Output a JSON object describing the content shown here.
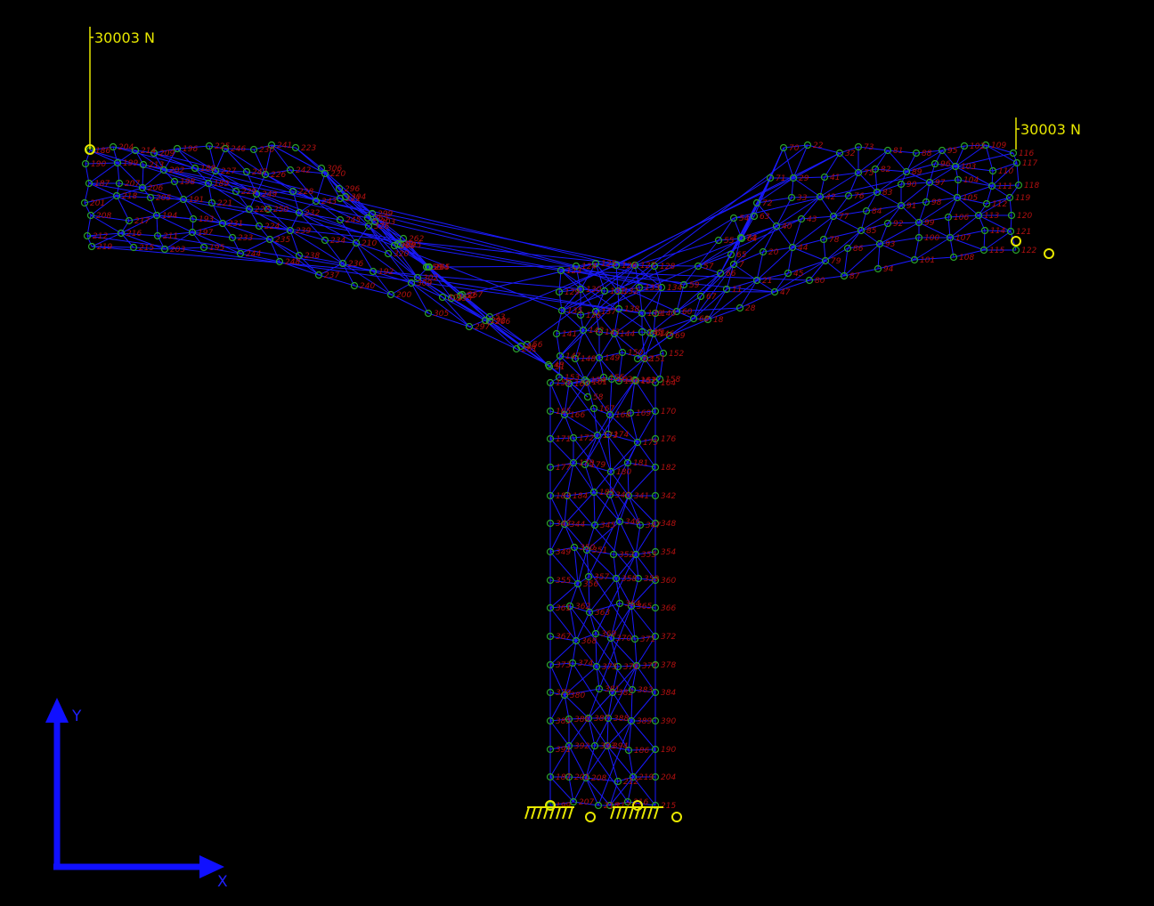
{
  "viewport": {
    "background": "#000000"
  },
  "colors": {
    "member": "#1a1aff",
    "node": "#2aa02a",
    "node_label": "#b01010",
    "load": "#e8e800",
    "support": "#e8e800",
    "axis": "#1010ff"
  },
  "loads": [
    {
      "label": "30003 N"
    },
    {
      "label": "30003 N"
    }
  ],
  "axes": {
    "x_label": "X",
    "y_label": "Y"
  },
  "node_labels": [
    "186",
    "190",
    "187",
    "201",
    "208",
    "212",
    "219",
    "204",
    "199",
    "207",
    "218",
    "217",
    "216",
    "215",
    "214",
    "213",
    "206",
    "205",
    "194",
    "211",
    "203",
    "209",
    "202",
    "198",
    "191",
    "193",
    "197",
    "195",
    "196",
    "188",
    "189",
    "221",
    "231",
    "233",
    "244",
    "225",
    "227",
    "229",
    "222",
    "224",
    "235",
    "248",
    "246",
    "247",
    "249",
    "250",
    "239",
    "238",
    "237",
    "230",
    "226",
    "228",
    "232",
    "234",
    "236",
    "240",
    "241",
    "242",
    "243",
    "245",
    "210",
    "192",
    "200",
    "223",
    "220",
    "321",
    "326",
    "320",
    "309",
    "305",
    "306",
    "304",
    "303",
    "308",
    "302",
    "301",
    "297",
    "296",
    "299",
    "295",
    "294",
    "293",
    "292",
    "261",
    "263",
    "262",
    "265",
    "267",
    "266",
    "46",
    "48",
    "49",
    "50",
    "52",
    "53",
    "56",
    "51",
    "58",
    "54",
    "55",
    "57",
    "59",
    "60",
    "61",
    "62",
    "63",
    "64",
    "65",
    "66",
    "67",
    "68",
    "69",
    "70",
    "71",
    "72",
    "74",
    "7",
    "11",
    "18",
    "22",
    "29",
    "33",
    "40",
    "20",
    "21",
    "28",
    "32",
    "41",
    "42",
    "43",
    "44",
    "45",
    "47",
    "73",
    "75",
    "76",
    "77",
    "78",
    "79",
    "80",
    "81",
    "82",
    "83",
    "84",
    "85",
    "86",
    "87",
    "88",
    "89",
    "90",
    "91",
    "92",
    "93",
    "94",
    "95",
    "96",
    "97",
    "98",
    "99",
    "100",
    "101",
    "102",
    "103",
    "104",
    "105",
    "106",
    "107",
    "108",
    "109",
    "110",
    "111",
    "112",
    "113",
    "114",
    "115",
    "116",
    "117",
    "118",
    "119",
    "120",
    "121",
    "122",
    "123",
    "124",
    "125",
    "126",
    "127",
    "128",
    "129",
    "130",
    "131",
    "132",
    "133",
    "134",
    "135",
    "136",
    "137",
    "138",
    "139",
    "140",
    "141",
    "142",
    "143",
    "144",
    "145",
    "146",
    "147",
    "148",
    "149",
    "150",
    "151",
    "152",
    "153",
    "154",
    "155",
    "156",
    "157",
    "158",
    "159",
    "160",
    "161",
    "162",
    "163",
    "164",
    "165",
    "166",
    "167",
    "168",
    "169",
    "170",
    "171",
    "172",
    "173",
    "174",
    "175",
    "176",
    "177",
    "178",
    "179",
    "180",
    "181",
    "182",
    "183",
    "184",
    "185",
    "340",
    "341",
    "342",
    "343",
    "344",
    "345",
    "346",
    "347",
    "348",
    "349",
    "350",
    "351",
    "352",
    "353",
    "354",
    "355",
    "356",
    "357",
    "358",
    "359",
    "360",
    "361",
    "362",
    "363",
    "364",
    "365",
    "366",
    "367",
    "368",
    "369",
    "370",
    "371",
    "372",
    "373",
    "374",
    "375",
    "376",
    "377",
    "378",
    "379",
    "380",
    "381",
    "382",
    "383",
    "384",
    "385",
    "386",
    "387",
    "388",
    "389",
    "390",
    "391",
    "392",
    "393",
    "394"
  ]
}
